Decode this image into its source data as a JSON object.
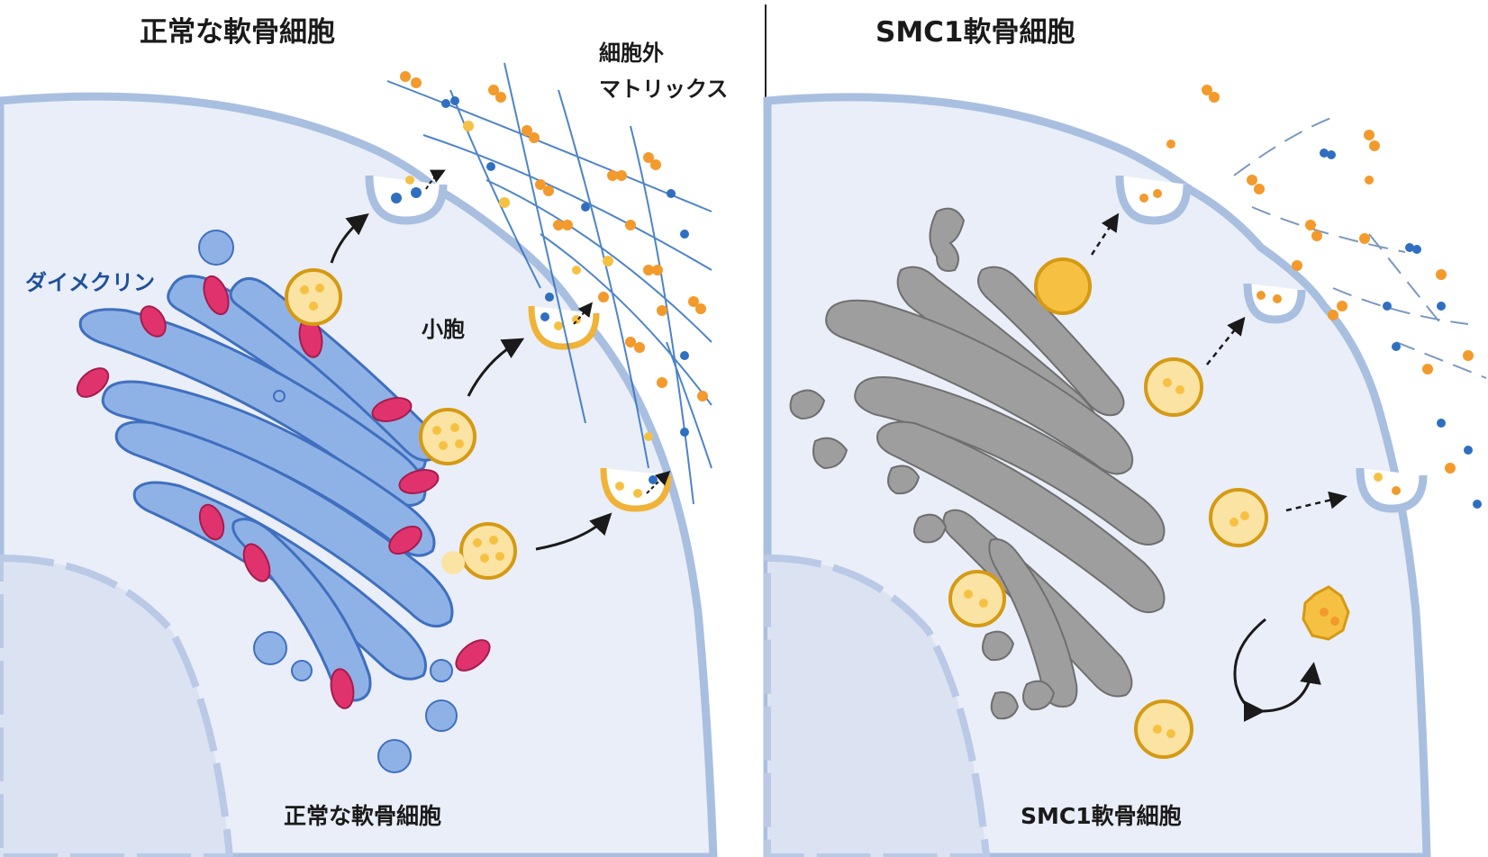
{
  "left_panel": {
    "title": "正常な軟骨細胞",
    "caption": "正常な軟骨細胞",
    "label_dymeclin": "ダイメクリン",
    "label_vesicle": "小胞",
    "label_ecm_line1": "細胞外",
    "label_ecm_line2": "マトリックス"
  },
  "right_panel": {
    "title": "SMC1軟骨細胞",
    "caption": "SMC1軟骨細胞"
  },
  "colors": {
    "cytoplasm": "#e9eef8",
    "membrane": "#a9bfe0",
    "golgi_normal": "#8fb2e6",
    "golgi_normal_stroke": "#3f6fbf",
    "golgi_mutant": "#9e9e9e",
    "golgi_mutant_stroke": "#6f6f6f",
    "dymeclin": "#e0336e",
    "vesicle": "#f6c142",
    "vesicle_stroke": "#d59a13",
    "collagen_blue": "#2f6fc0",
    "cargo_orange": "#f39a2c"
  }
}
